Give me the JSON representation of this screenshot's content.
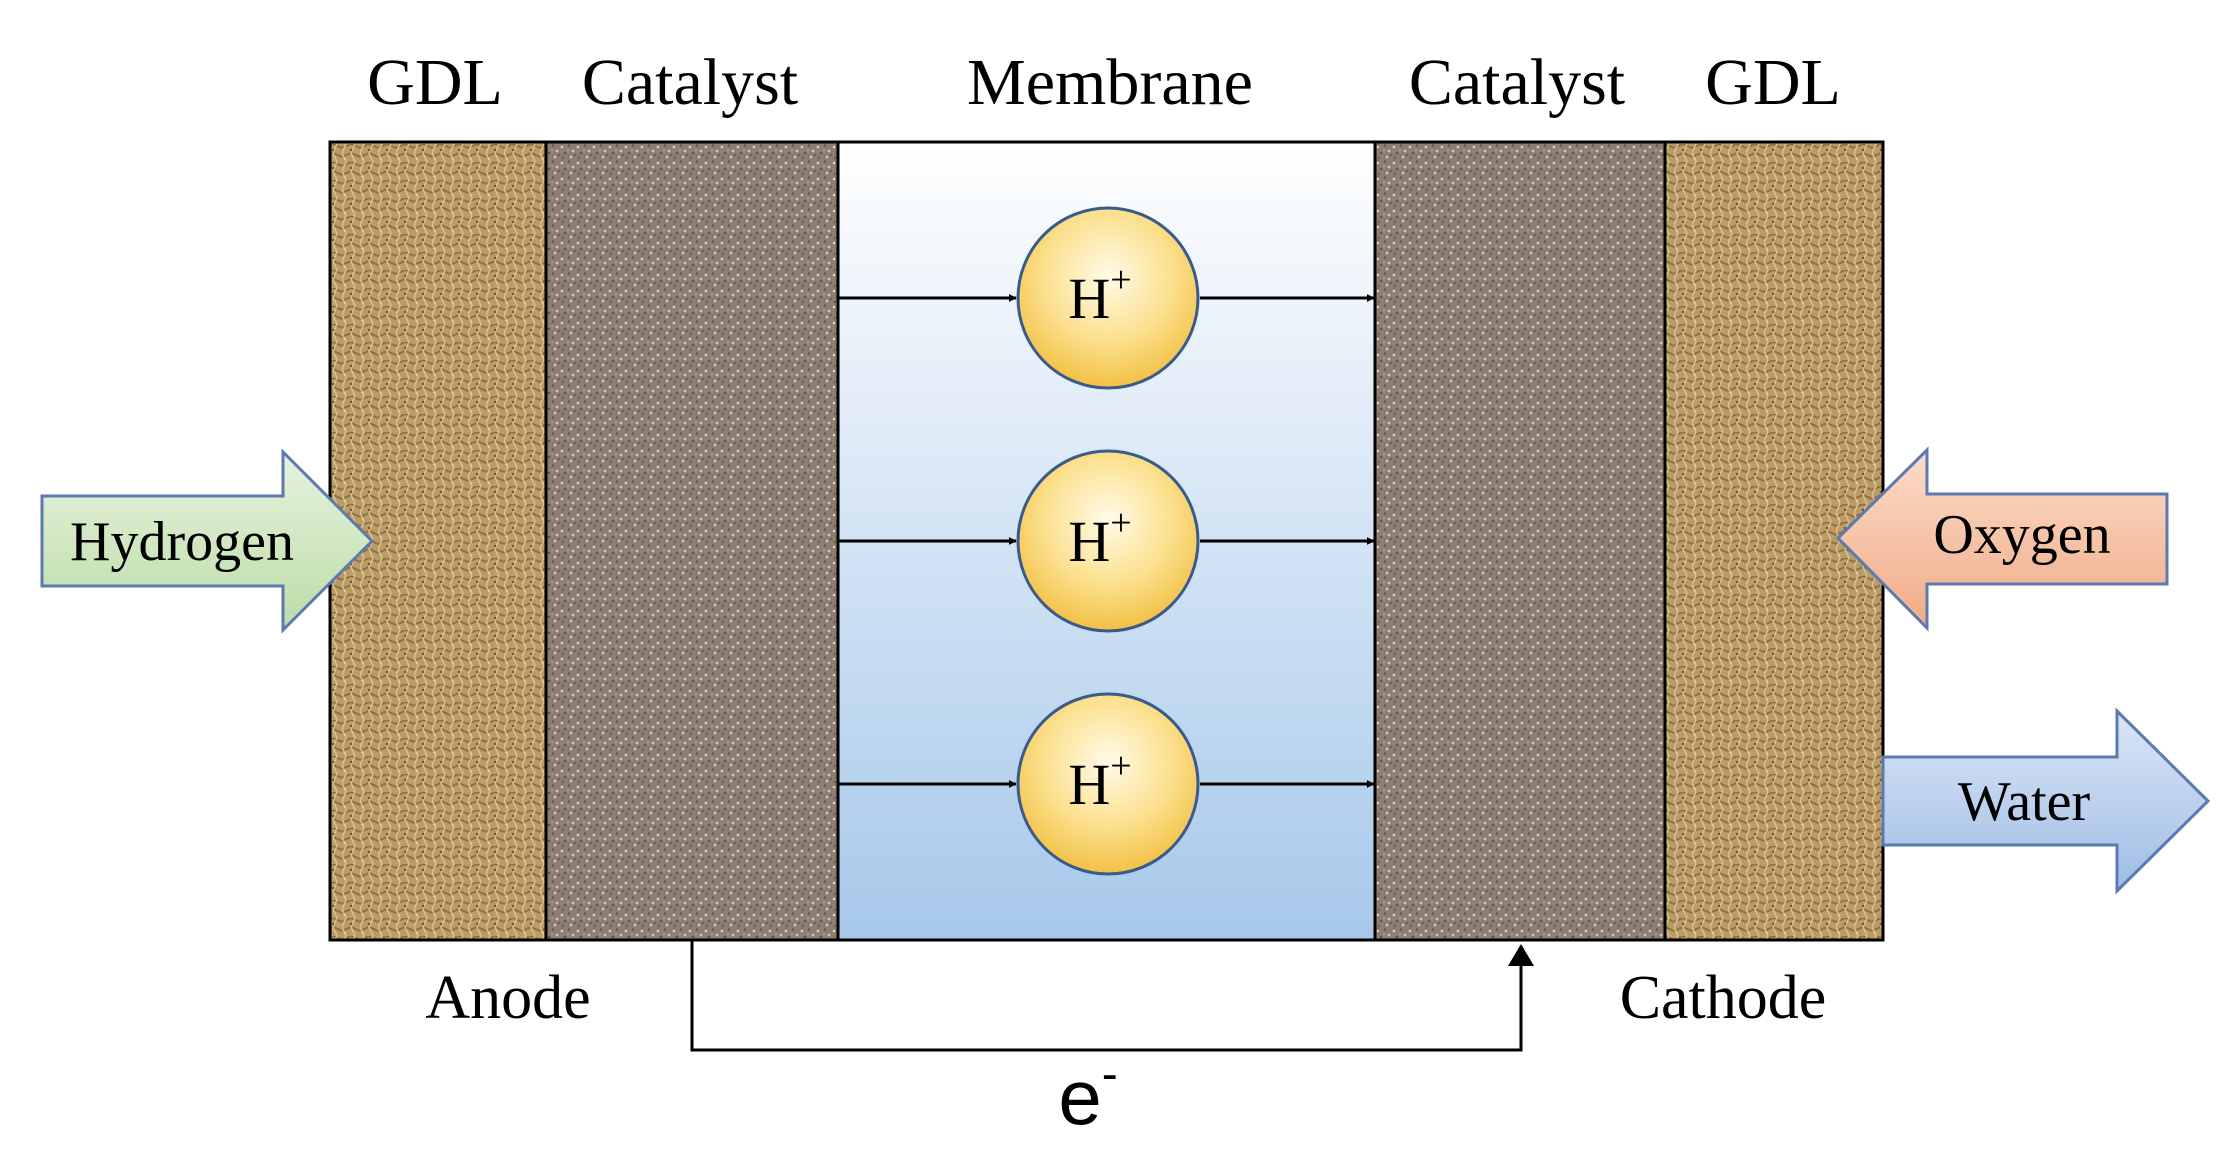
{
  "layers": {
    "anode_gdl": "GDL",
    "anode_catalyst": "Catalyst",
    "membrane": "Membrane",
    "cathode_catalyst": "Catalyst",
    "cathode_gdl": "GDL"
  },
  "electrodes": {
    "anode": "Anode",
    "cathode": "Cathode"
  },
  "flows": {
    "inlet_anode": "Hydrogen",
    "inlet_cathode": "Oxygen",
    "outlet_cathode": "Water"
  },
  "ions": [
    {
      "base": "H",
      "charge": "+"
    },
    {
      "base": "H",
      "charge": "+"
    },
    {
      "base": "H",
      "charge": "+"
    }
  ],
  "electron": {
    "base": "e",
    "charge": "-"
  },
  "colors": {
    "gdl": "#b89a6a",
    "catalyst": "#8d7d72",
    "membrane_top": "#ffffff",
    "membrane_bottom": "#a7c8ea",
    "ion_fill": "#f6cc55",
    "hydrogen_arrow": "#cfe6c0",
    "oxygen_arrow": "#f4bfa0",
    "water_arrow": "#b7cdec",
    "arrow_stroke": "#5b7bb0"
  }
}
